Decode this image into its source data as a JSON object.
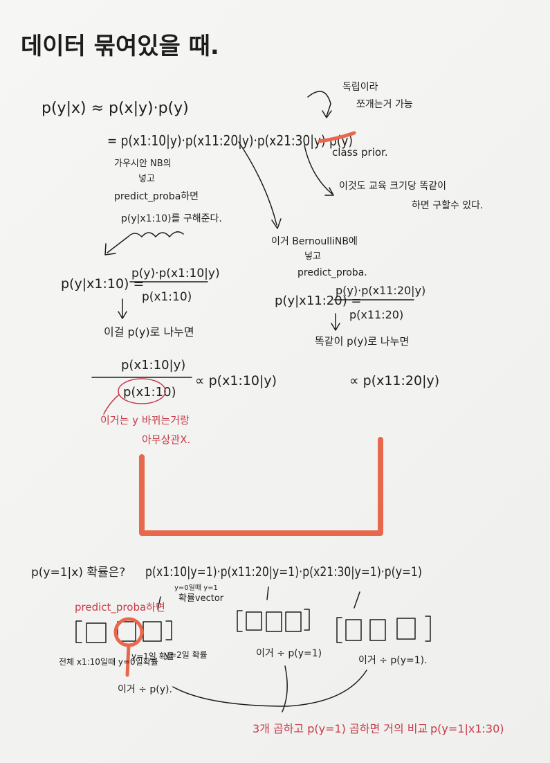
{
  "title": "데이터 묶여있을 때.",
  "top": {
    "eq_line1": "p(y|x) ≈ p(x|y)·p(y)",
    "eq_line2": "= p(x1:10|y)·p(x11:20|y)·p(x21:30|y)·p(y)",
    "note_top_right_1": "독립이라",
    "note_top_right_2": "쪼개는거 가능",
    "class_prior": "class prior.",
    "note_prior_1": "이것도 교육 크기당 똑같이",
    "note_prior_2": "하면 구할수 있다."
  },
  "left": {
    "note_1": "가우시안 NB의",
    "note_2": "넣고",
    "note_3": "predict_proba하면",
    "note_4": "p(y|x1:10)를 구해준다.",
    "eq_lhs": "p(y|x1:10) =",
    "eq_num": "p(y)·p(x1:10|y)",
    "eq_den": "p(x1:10)",
    "note_divide": "이걸 p(y)로 나누면",
    "frac_num": "p(x1:10|y)",
    "frac_den": "p(x1:10)",
    "propto": "∝ p(x1:10|y)",
    "red_note_1": "이거는 y 바뀌는거랑",
    "red_note_2": "아무상관X."
  },
  "right": {
    "note_1": "이거 BernoulliNB에",
    "note_2": "넣고",
    "note_3": "predict_proba.",
    "eq_lhs": "p(y|x11:20) =",
    "eq_num": "p(y)·p(x11:20|y)",
    "eq_den": "p(x11:20)",
    "note_divide": "똑같이 p(y)로 나누면",
    "propto": "∝ p(x11:20|y)"
  },
  "bottom": {
    "question": "p(y=1|x) 확률은?",
    "product": "p(x1:10|y=1)·p(x11:20|y=1)·p(x21:30|y=1)·p(y=1)",
    "red_predict": "predict_proba하면",
    "small_note": "y=0일때 y=1",
    "vector_note": "확률vector",
    "arr1_note": "전체 x1:10일때 y=0일확률",
    "arr1_y1": "y=1일 확률",
    "arr1_y2": "y=2일 확률",
    "arr1_div": "이거 ÷ p(y).",
    "arr2_div": "이거 ÷ p(y=1)",
    "arr3_div": "이거 ÷ p(y=1).",
    "red_bottom": "3개 곱하고 p(y=1) 곱하면 거의 비교",
    "bottom_result": "p(y=1|x1:30)"
  },
  "colors": {
    "ink": "#1d1d1d",
    "red_ink": "#c73a48",
    "orange_marker": "#e7684d"
  }
}
